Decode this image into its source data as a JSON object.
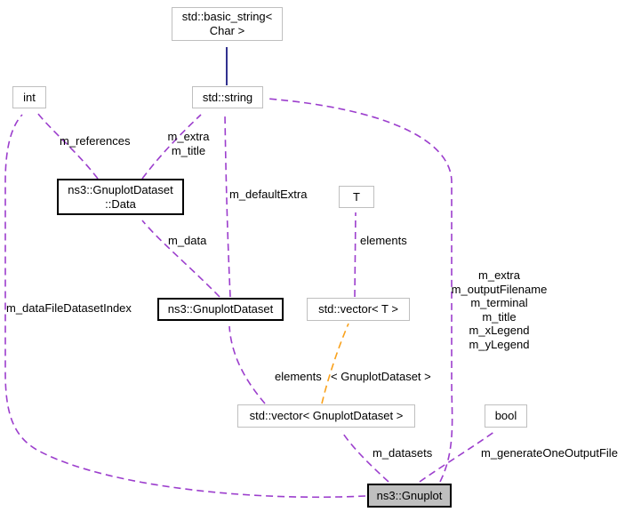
{
  "colors": {
    "usage_edge": "#9c3ecd",
    "template_edge": "#f9a11b",
    "inheritance_edge": "#31318f",
    "node_border_external": "#bfbfbf",
    "node_border_internal": "#000000",
    "highlight_fill": "#bfbfbf",
    "node_fill": "#ffffff",
    "text": "#000000",
    "background": "#ffffff"
  },
  "nodes": {
    "basic_string": {
      "line1": "std::basic_string<",
      "line2": "Char >"
    },
    "std_string": {
      "label": "std::string"
    },
    "int_type": {
      "label": "int"
    },
    "dataset_data": {
      "line1": "ns3::GnuplotDataset",
      "line2": "::Data"
    },
    "t_type": {
      "label": "T"
    },
    "gnuplot_dataset": {
      "label": "ns3::GnuplotDataset"
    },
    "vector_t": {
      "label": "std::vector< T >"
    },
    "vector_gnuplot_dataset": {
      "label": "std::vector< GnuplotDataset >"
    },
    "bool_type": {
      "label": "bool"
    },
    "gnuplot": {
      "label": "ns3::Gnuplot"
    }
  },
  "edge_labels": {
    "m_references": "m_references",
    "m_extra": "m_extra",
    "m_title": "m_title",
    "m_defaultExtra": "m_defaultExtra",
    "m_data": "m_data",
    "elements_t": "elements",
    "m_dataFileDatasetIndex": "m_dataFileDatasetIndex",
    "elements_dataset": "elements",
    "template_args": "< GnuplotDataset >",
    "gnuplot_strings": [
      "m_extra",
      "m_outputFilename",
      "m_terminal",
      "m_title",
      "m_xLegend",
      "m_yLegend"
    ],
    "m_datasets": "m_datasets",
    "m_generateOneOutputFile": "m_generateOneOutputFile"
  }
}
